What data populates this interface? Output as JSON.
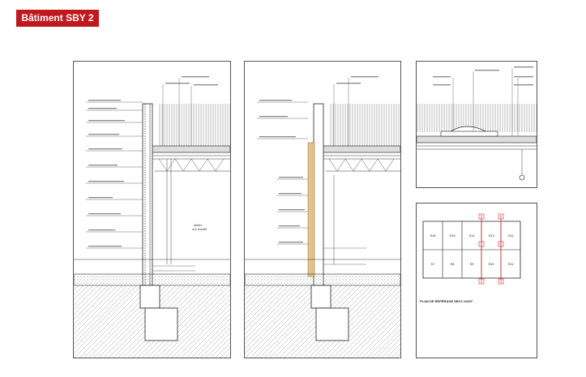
{
  "header": {
    "title": "Bâtiment SBY 2",
    "accent_color": "#c0181c"
  },
  "plan": {
    "caption": "PLAN DE REPÉRAGE SBY2 1/200°",
    "cells_top": [
      "S16",
      "S15",
      "S14",
      "S13",
      "S12"
    ],
    "cells_bottom": [
      "S7",
      "S8",
      "S9",
      "S10",
      "S11"
    ],
    "marker_color": "#d9262b"
  },
  "section_1": {
    "room_label_1": "Atelier",
    "room_label_2": "non chauffé"
  }
}
